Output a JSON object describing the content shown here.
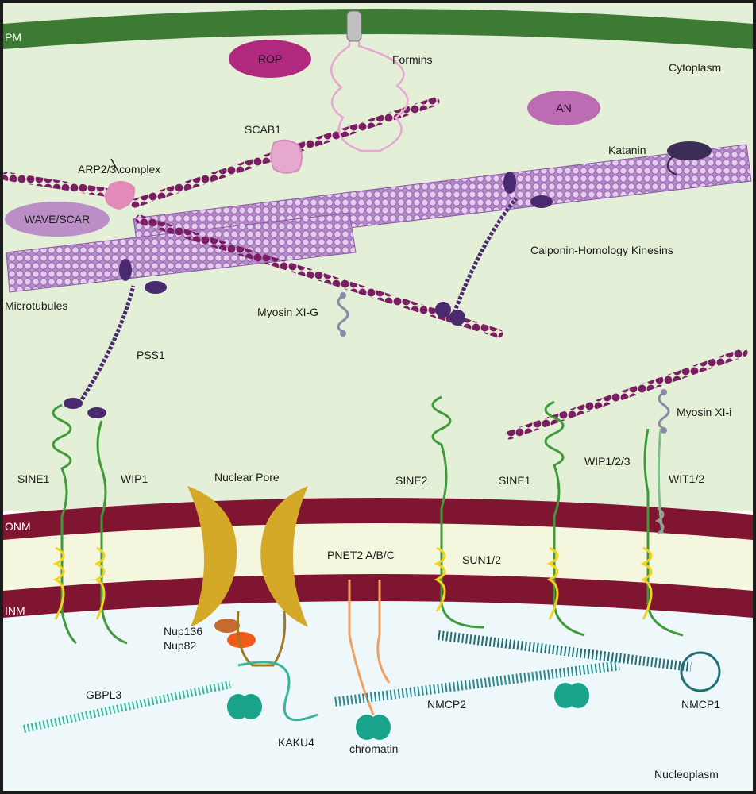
{
  "membranes": {
    "pm": "PM",
    "onm": "ONM",
    "inm": "INM"
  },
  "compartments": {
    "cytoplasm": "Cytoplasm",
    "nucleoplasm": "Nucleoplasm"
  },
  "proteins": {
    "rop": "ROP",
    "an": "AN",
    "formins": "Formins",
    "scab1": "SCAB1",
    "arp23": "ARP2/3 complex",
    "wave_scar": "WAVE/SCAR",
    "katanin": "Katanin",
    "ch_kinesins": "Calponin-Homology Kinesins",
    "microtubules": "Microtubules",
    "myosin_xig": "Myosin XI-G",
    "pss1": "PSS1",
    "sine1_left": "SINE1",
    "wip1": "WIP1",
    "nuclear_pore": "Nuclear Pore",
    "sine2": "SINE2",
    "sine1_right": "SINE1",
    "myosin_xii": "Myosin XI-i",
    "wip123": "WIP1/2/3",
    "wit12": "WIT1/2",
    "pnet2": "PNET2 A/B/C",
    "sun12": "SUN1/2",
    "nup136": "Nup136",
    "nup82": "Nup82",
    "gbpl3": "GBPL3",
    "kaku4": "KAKU4",
    "nmcp2": "NMCP2",
    "nmcp1": "NMCP1",
    "chromatin": "chromatin"
  },
  "colors": {
    "cytoplasm": "#e3efd6",
    "pm": "#3f7a34",
    "nuclear_envelope": "#7f1530",
    "perinuclear": "#f5f6de",
    "nucleoplasm": "#eef7f9",
    "actin": "#7a1d63",
    "microtubule": "#c89ad8",
    "myosin": "#4a2a6e",
    "sine_green": "#3f9a3a",
    "sun_yellow": "#f1d21f",
    "pore": "#d4a927",
    "lamina": "#1f6f73",
    "rop": "#b0297f",
    "an": "#bb6cb3"
  }
}
